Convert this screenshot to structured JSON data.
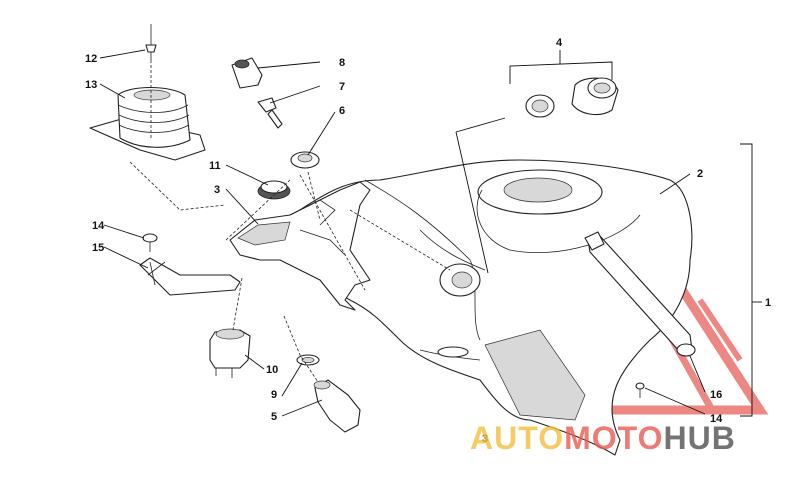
{
  "callouts": {
    "c1": "1",
    "c2": "2",
    "c3a": "3",
    "c3b": "3",
    "c4": "4",
    "c5": "5",
    "c6": "6",
    "c7": "7",
    "c8": "8",
    "c9": "9",
    "c10": "10",
    "c11": "11",
    "c12": "12",
    "c13": "13",
    "c14a": "14",
    "c14b": "14",
    "c15": "15",
    "c16": "16"
  },
  "watermark": {
    "part1": "AUTO",
    "part2": "MOTO",
    "part3": "HUB",
    "colors": {
      "auto": "#f5be3c",
      "moto": "#e85a50",
      "hub": "#5a5a5a"
    }
  }
}
